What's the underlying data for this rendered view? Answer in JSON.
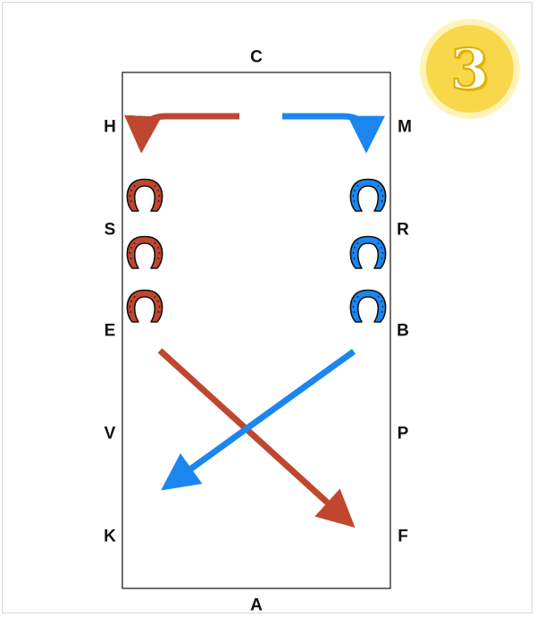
{
  "badge": {
    "number": "3"
  },
  "arena": {
    "letters": {
      "top": "C",
      "bottom": "A",
      "left": [
        "H",
        "S",
        "E",
        "V",
        "K"
      ],
      "right": [
        "M",
        "R",
        "B",
        "P",
        "F"
      ]
    }
  },
  "colors": {
    "red_rider": "#c0472f",
    "blue_rider": "#1b86f0",
    "badge_fill": "#f8d74a",
    "badge_ring": "#fff3b8",
    "arena_border": "#222222"
  },
  "icons": {
    "left_column": [
      "horseshoe-icon",
      "horseshoe-icon",
      "horseshoe-icon"
    ],
    "right_column": [
      "horseshoe-icon",
      "horseshoe-icon",
      "horseshoe-icon"
    ]
  }
}
